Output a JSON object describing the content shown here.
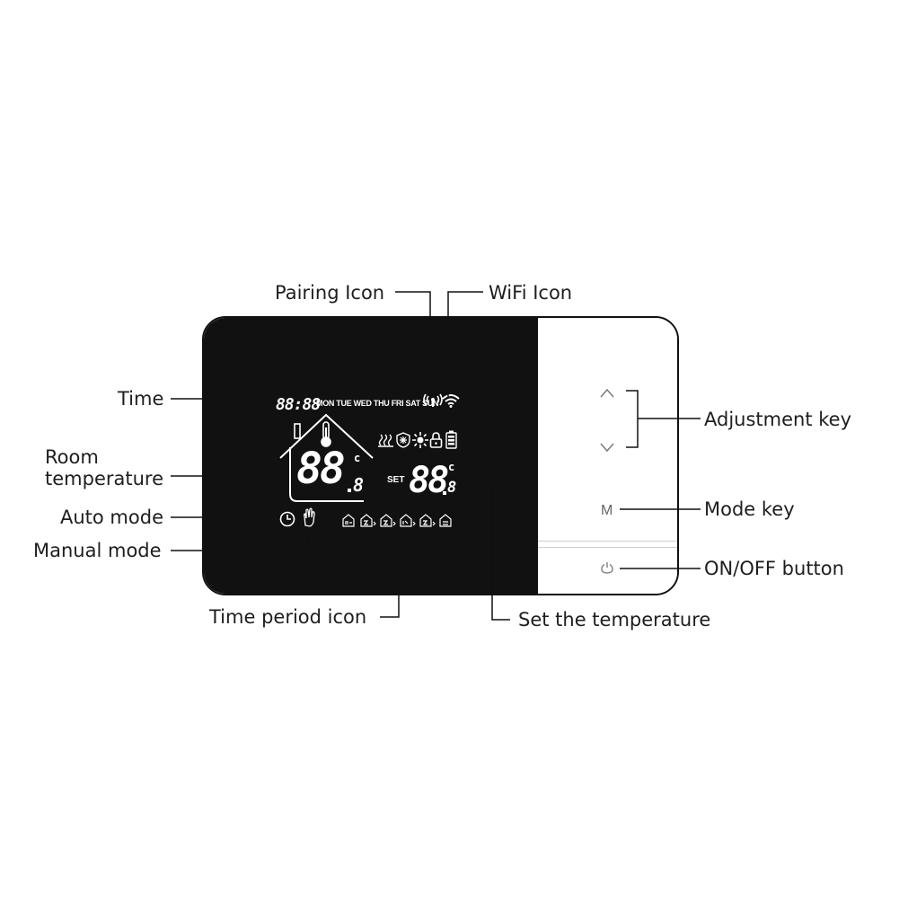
{
  "device": {
    "lcd": {
      "time_display": "88:88",
      "weekdays": "MON TUE WED THU FRI SAT SUN",
      "room_temp_digits": "88",
      "room_temp_decimal": "8",
      "room_temp_unit": "c",
      "set_label": "SET",
      "set_temp_digits": "88",
      "set_temp_decimal": "8",
      "set_temp_unit": "c"
    },
    "keys": {
      "mode_label": "M"
    }
  },
  "callouts": {
    "pairing_icon": "Pairing Icon",
    "wifi_icon": "WiFi Icon",
    "time": "Time",
    "room_temperature_line1": "Room",
    "room_temperature_line2": "temperature",
    "auto_mode": "Auto mode",
    "manual_mode": "Manual mode",
    "time_period_icon": "Time period icon",
    "set_the_temperature": "Set the temperature",
    "adjustment_key": "Adjustment key",
    "mode_key": "Mode key",
    "on_off_button": "ON/OFF button"
  },
  "colors": {
    "screen": "#111111",
    "lcd_segments": "#ffffff",
    "keypad": "#ffffff",
    "leader_lines": "#111111"
  },
  "icons": [
    "pairing-icon",
    "wifi-icon",
    "house-outline-icon",
    "thermometer-icon",
    "heating-icon",
    "frost-protect-icon",
    "sun-icon",
    "lock-icon",
    "battery-icon",
    "clock-icon",
    "hand-icon",
    "period-icon",
    "up-arrow-icon",
    "down-arrow-icon",
    "power-icon"
  ]
}
